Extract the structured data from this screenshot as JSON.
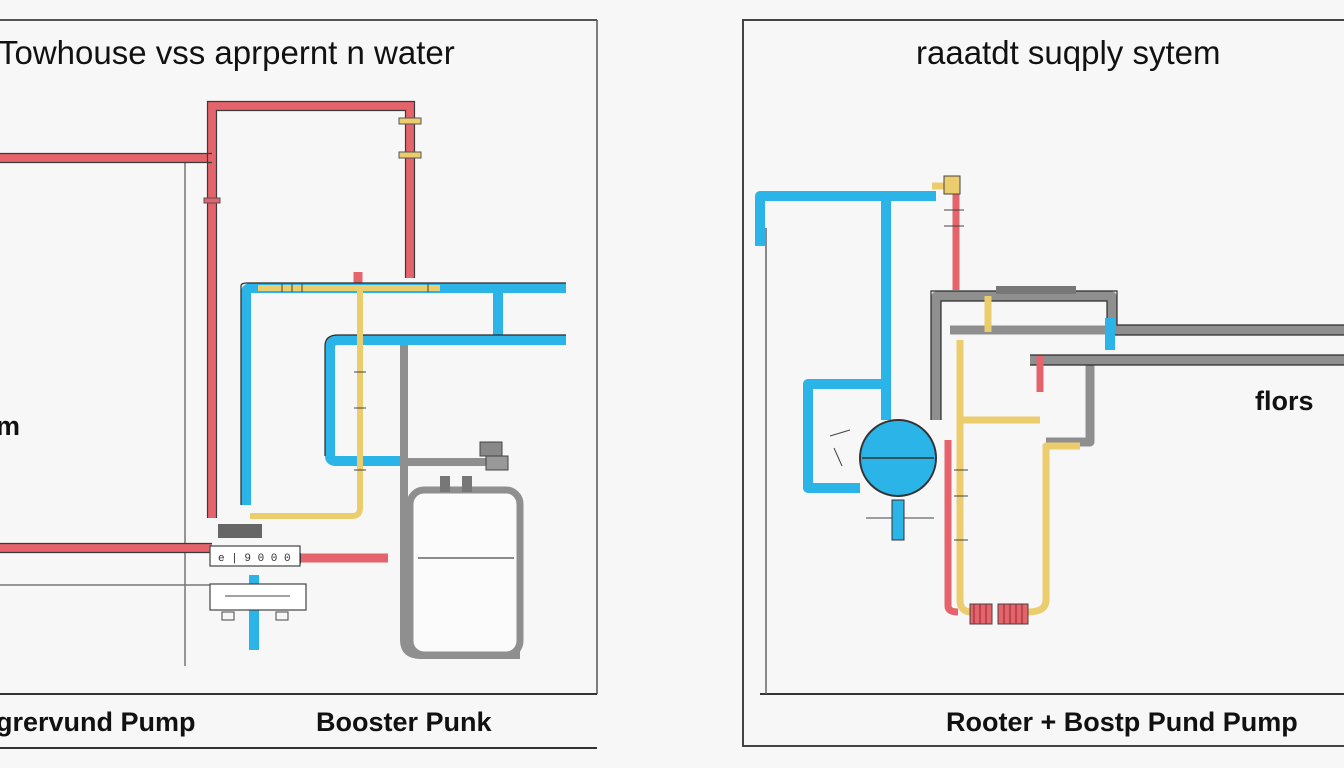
{
  "left_panel": {
    "title": "Towhouse vss aprpernt n water",
    "side_label": "m",
    "caption_left": "grervund  Pump",
    "caption_right": "Booster Punk",
    "gauge_text": "e | 9 0 0 0 |"
  },
  "right_panel": {
    "title": "raaatdt suqply sytem",
    "side_label": "flors",
    "caption": "Rooter + Bostp Pund Pump"
  },
  "colors": {
    "hot_pipe": "#e5636a",
    "cold_pipe": "#2bb4e8",
    "warm_pipe": "#eccd6e",
    "grey_pipe": "#8f8f8f",
    "outline": "#444444"
  },
  "icons": [
    "pump-tank-icon",
    "valve-icon",
    "pressure-gauge-icon",
    "radiator-icon",
    "blue-pump-icon"
  ]
}
